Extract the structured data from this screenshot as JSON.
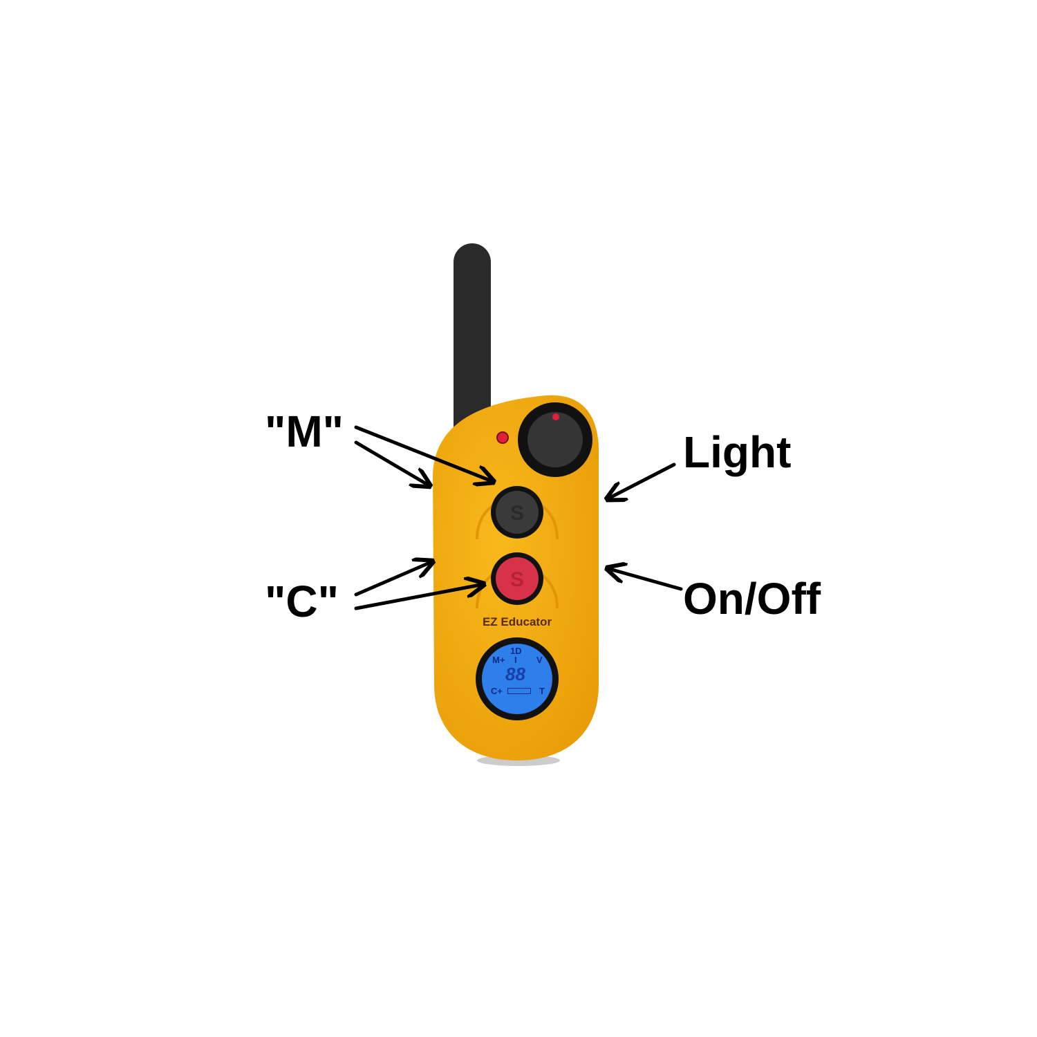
{
  "labels": {
    "m": "\"M\"",
    "c": "\"C\"",
    "light": "Light",
    "onoff": "On/Off"
  },
  "device": {
    "brand": "EZ Educator",
    "button_glyph": "S",
    "lcd": {
      "top": "1D",
      "left_top": "M+",
      "right_top": "V",
      "center": "I",
      "digits": "88",
      "left_bottom": "C+",
      "right_bottom": "T"
    }
  },
  "colors": {
    "body": "#f4ad14",
    "lcd": "#2f7fea",
    "tone_button": "#3a3a3a",
    "stim_button": "#d8324a"
  }
}
